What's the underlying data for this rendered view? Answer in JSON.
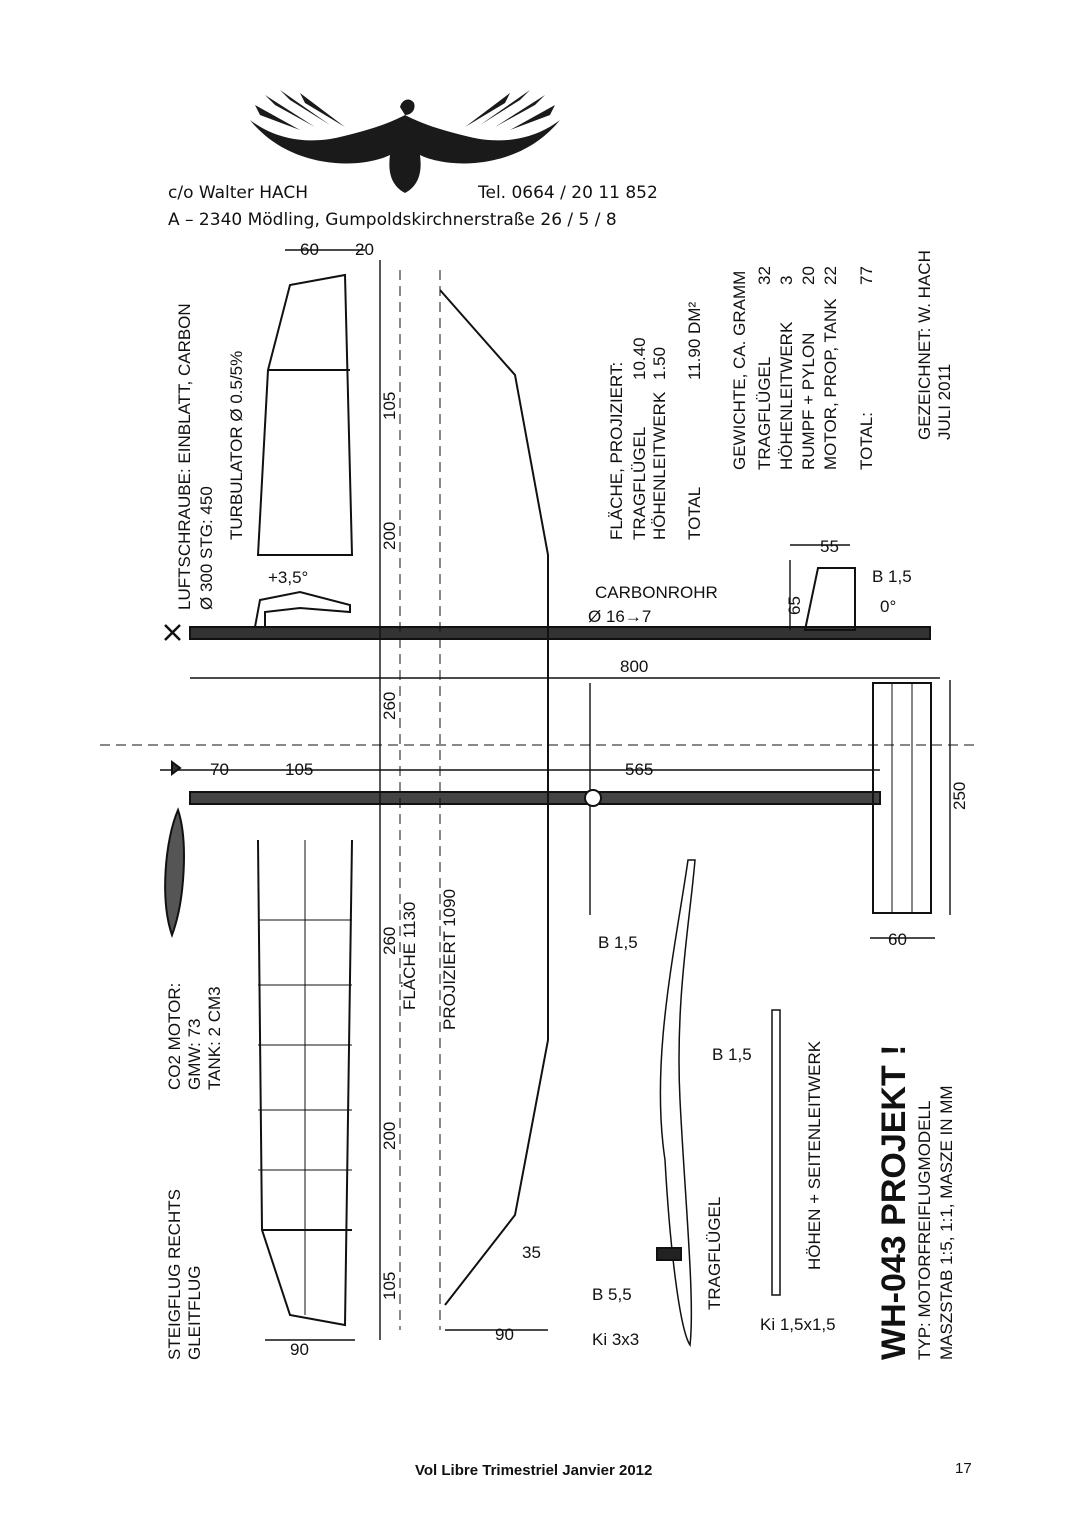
{
  "header": {
    "line1_name": "c/o  Walter HACH",
    "line1_tel": "Tel.  0664 / 20 11 852",
    "line2": "A – 2340 Mödling, Gumpoldskirchnerstraße 26 / 5 / 8"
  },
  "plan": {
    "propeller_note_1": "LUFTSCHRAUBE: EINBLATT, CARBON",
    "propeller_note_2": "Ø 300        STG: 450",
    "turbulator": "TURBULATOR Ø 0.5/5%",
    "area_title": "FLÄCHE, PROJIZIERT:",
    "area_rows": [
      [
        "TRAGFLÜGEL",
        "10.40"
      ],
      [
        "HÖHENLEITWERK",
        "1.50"
      ],
      [
        "TOTAL",
        "11.90 DM²"
      ]
    ],
    "weights_title": "GEWICHTE, CA. GRAMM",
    "weight_rows": [
      [
        "TRAGFLÜGEL",
        "32"
      ],
      [
        "HÖHENLEITWERK",
        "3"
      ],
      [
        "RUMPF + PYLON",
        "20"
      ],
      [
        "MOTOR, PROP, TANK",
        "22"
      ],
      [
        "TOTAL:",
        "77"
      ]
    ],
    "drawn_by": "GEZEICHNET: W. HACH",
    "drawn_date": "JULI 2011",
    "dimensions": {
      "d60": "60",
      "d20": "20",
      "d105a": "105",
      "d200a": "200",
      "d260a": "260",
      "d260b": "260",
      "d200b": "200",
      "d105b": "105",
      "d90a": "90",
      "d90b": "90",
      "d35": "35",
      "d70": "70",
      "d105c": "105",
      "d565": "565",
      "d800": "800",
      "d250": "250",
      "d60b": "60",
      "d55": "55",
      "d65": "65"
    },
    "angle_wing": "+3,5°",
    "angle_tail": "0°",
    "carbon_tube": "CARBONROHR",
    "tube_diameter": "Ø 16→7",
    "b15_tail": "B 1,5",
    "b15_wing": "B 1,5",
    "b15_stab": "B 1,5",
    "b55": "B 5,5",
    "ki3": "Ki 3x3",
    "ki15": "Ki 1,5x1,5",
    "flaeche": "FLÄCHE 1130",
    "projiziert": "PROJIZIERT 1090",
    "co2_motor": "CO2 MOTOR:",
    "co2_gmw": "GMW: 73",
    "co2_tank": "TANK: 2 CM3",
    "steigflug": "STEIGFLUG   RECHTS",
    "gleitflug": "GLEITFLUG",
    "tragfluegel_label": "TRAGFLÜGEL",
    "leitwerk_label": "HÖHEN + SEITENLEITWERK",
    "project_title": "WH-043  PROJEKT !",
    "project_sub1": "TYP: MOTORFREIFLUGMODELL",
    "project_sub2": "MASZSTAB 1:5, 1:1, MASZE IN MM"
  },
  "footer": {
    "title": "Vol Libre Trimestriel Janvier 2012",
    "page": "17"
  }
}
